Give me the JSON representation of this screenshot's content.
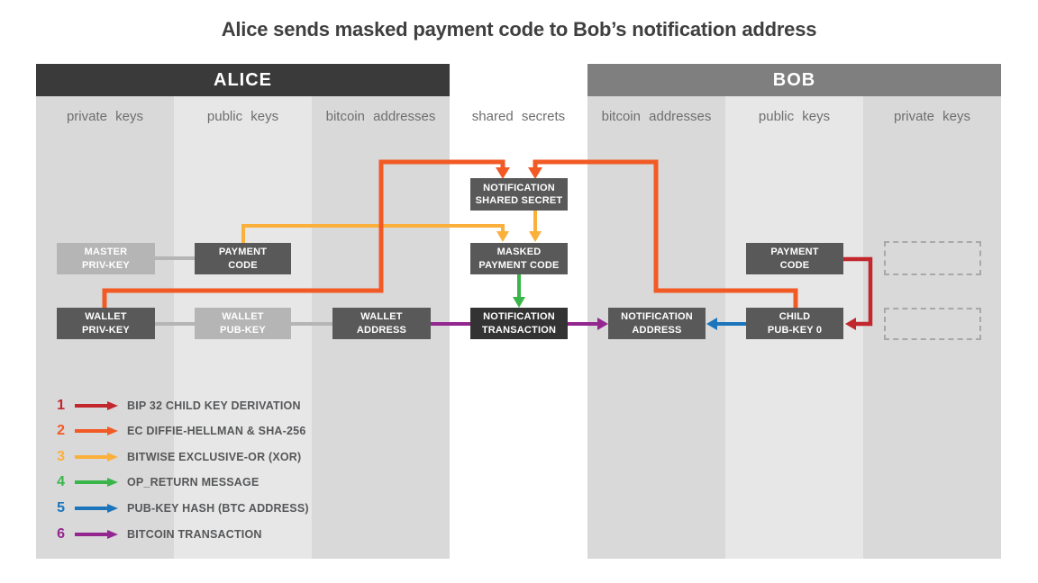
{
  "title": "Alice sends masked payment code to Bob’s notification address",
  "headers": {
    "alice": "ALICE",
    "bob": "BOB"
  },
  "columns": {
    "alice": [
      "private keys",
      "public keys",
      "bitcoin addresses"
    ],
    "shared": "shared secrets",
    "bob": [
      "bitcoin addresses",
      "public keys",
      "private keys"
    ]
  },
  "boxes": {
    "master_priv_key": {
      "line1": "MASTER",
      "line2": "PRIV-KEY"
    },
    "alice_payment_code": {
      "line1": "PAYMENT",
      "line2": "CODE"
    },
    "wallet_priv_key": {
      "line1": "WALLET",
      "line2": "PRIV-KEY"
    },
    "wallet_pub_key": {
      "line1": "WALLET",
      "line2": "PUB-KEY"
    },
    "wallet_address": {
      "line1": "WALLET",
      "line2": "ADDRESS"
    },
    "notification_shared_secret": {
      "line1": "NOTIFICATION",
      "line2": "SHARED SECRET"
    },
    "masked_payment_code": {
      "line1": "MASKED",
      "line2": "PAYMENT CODE"
    },
    "notification_transaction": {
      "line1": "NOTIFICATION",
      "line2": "TRANSACTION"
    },
    "notification_address": {
      "line1": "NOTIFICATION",
      "line2": "ADDRESS"
    },
    "child_pub_key_0": {
      "line1": "CHILD",
      "line2": "PUB-KEY 0"
    },
    "bob_payment_code": {
      "line1": "PAYMENT",
      "line2": "CODE"
    }
  },
  "legend": {
    "items": [
      {
        "number": "1",
        "label": "BIP 32 CHILD KEY DERIVATION",
        "color": "#c1272d"
      },
      {
        "number": "2",
        "label": "EC DIFFIE-HELLMAN & SHA-256",
        "color": "#f15a24"
      },
      {
        "number": "3",
        "label": "BITWISE EXCLUSIVE-OR (XOR)",
        "color": "#fbb03b"
      },
      {
        "number": "4",
        "label": "OP_RETURN MESSAGE",
        "color": "#39b54a"
      },
      {
        "number": "5",
        "label": "PUB-KEY HASH (BTC ADDRESS)",
        "color": "#1b75bc"
      },
      {
        "number": "6",
        "label": "BITCOIN TRANSACTION",
        "color": "#93278f"
      }
    ]
  },
  "colors": {
    "red": "#c1272d",
    "orange": "#f15a24",
    "yellow": "#fbb03b",
    "green": "#39b54a",
    "blue": "#1b75bc",
    "purple": "#93278f",
    "connector": "#b5b5b5",
    "header_alice": "#3a3a3a",
    "header_bob": "#7f7f7f",
    "column_dark": "#d9d9d9",
    "column_light": "#e7e7e7",
    "box_dark": "#595959",
    "box_darkest": "#333333",
    "box_light": "#b5b5b5"
  }
}
